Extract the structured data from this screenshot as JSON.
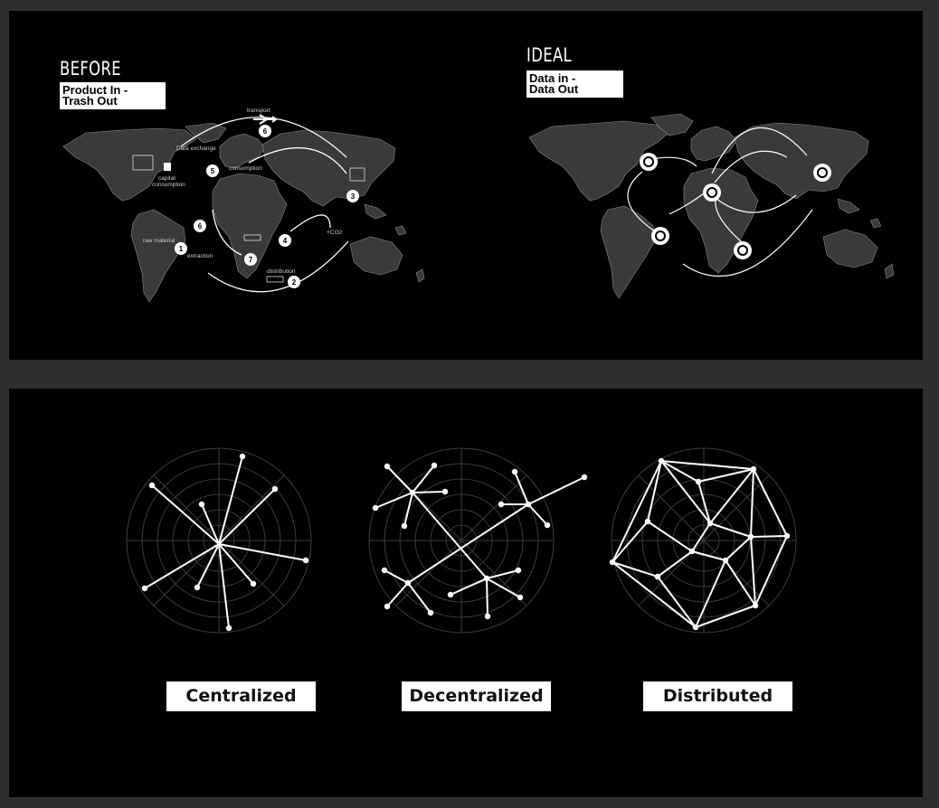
{
  "before": {
    "heading": "BEFORE",
    "tag_line1": "Product In -",
    "tag_line2": "Trash Out",
    "annotations": {
      "transport": "transport",
      "data_exchange": "Data exchange",
      "consumption": "consumption",
      "capital_consumption_1": "capital",
      "capital_consumption_2": "consumption",
      "raw_material": "raw material",
      "extraction": "extraction",
      "distribution": "distribution",
      "co2": "+CO2"
    },
    "steps": [
      "6",
      "5",
      "3",
      "6",
      "4",
      "1",
      "7",
      "2"
    ]
  },
  "ideal": {
    "heading": "IDEAL",
    "tag_line1": "Data in -",
    "tag_line2": "Data Out"
  },
  "networks": [
    {
      "label": "Centralized"
    },
    {
      "label": "Decentralized"
    },
    {
      "label": "Distributed"
    }
  ],
  "colors": {
    "background": "#2e2e2e",
    "panel": "#000000",
    "map_land": "#3a3a3a",
    "line": "#ffffff"
  }
}
